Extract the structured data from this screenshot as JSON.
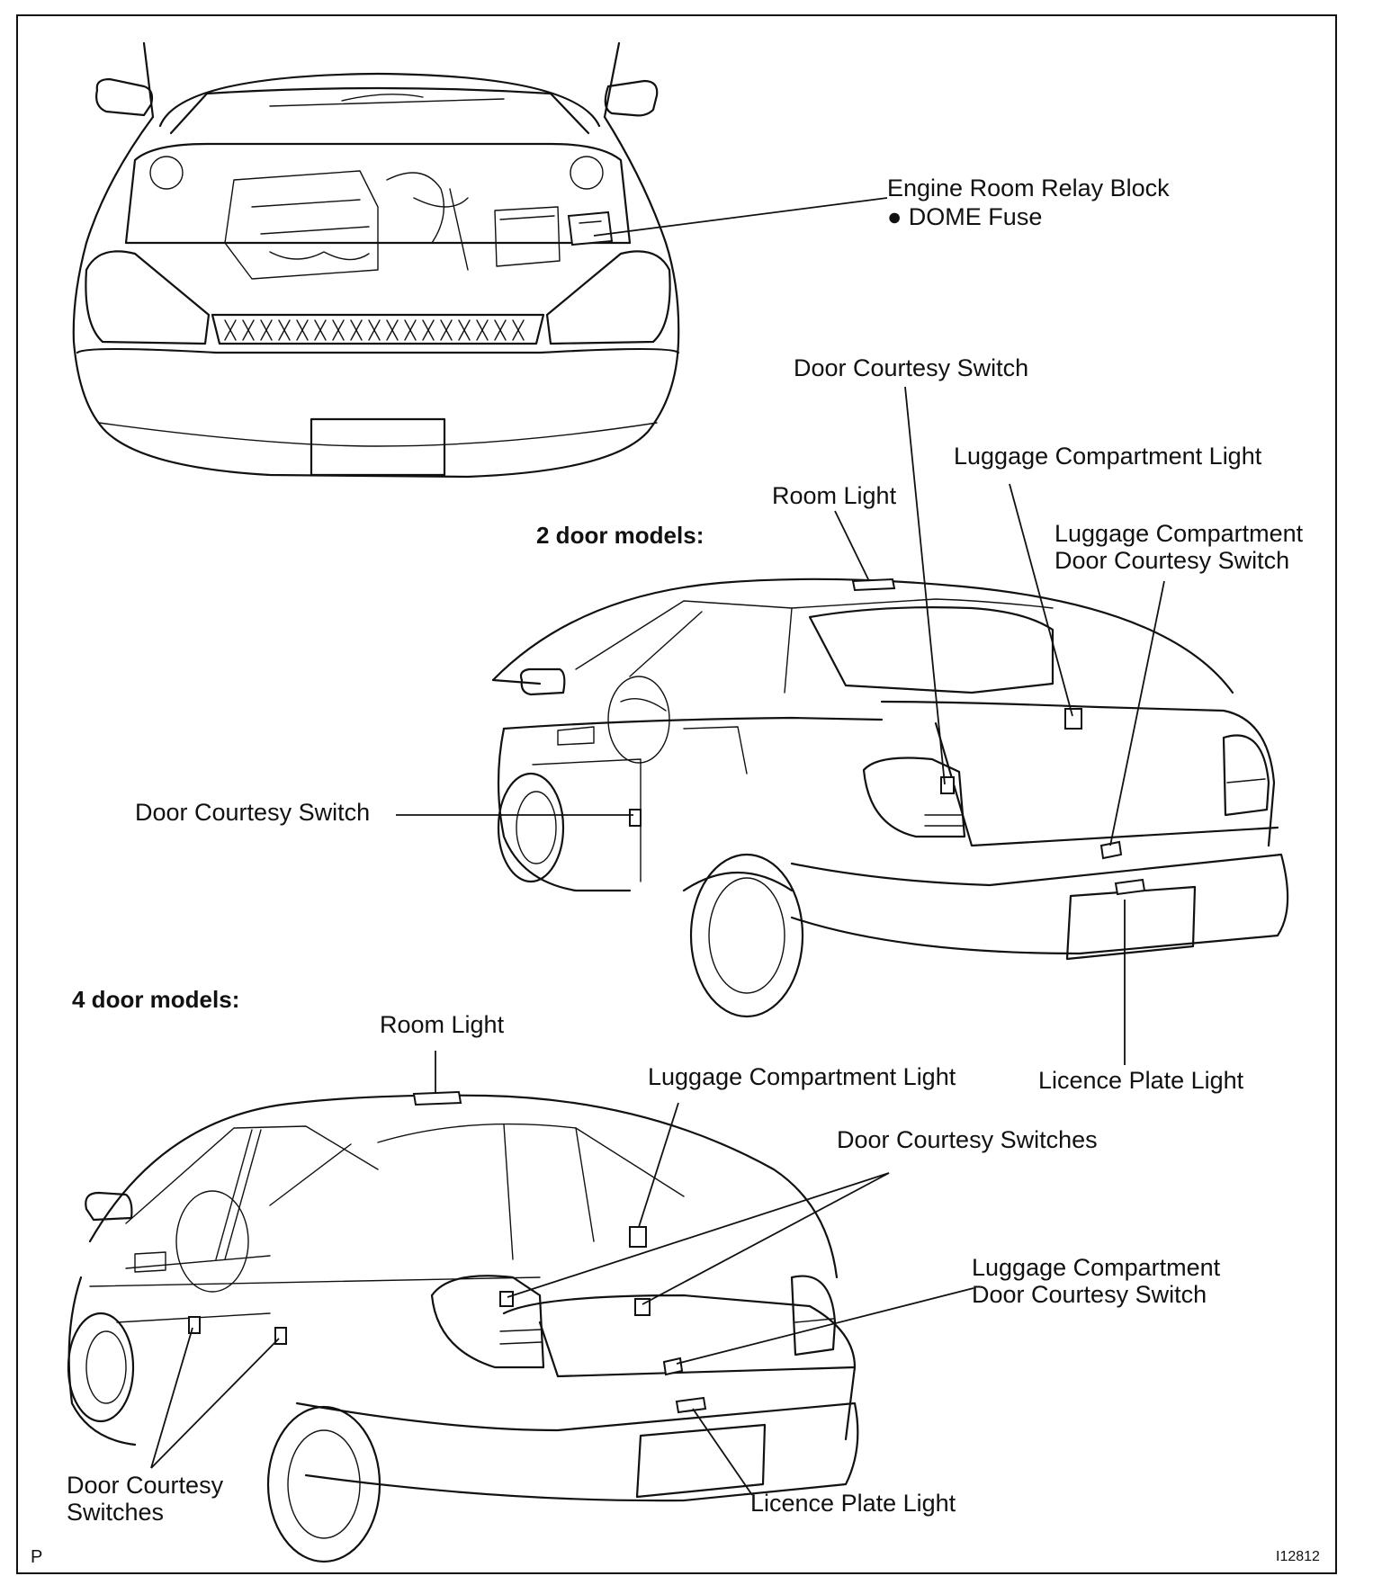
{
  "header": {
    "section_2door": "2 door models:",
    "section_4door": "4 door models:"
  },
  "labels": {
    "engine_relay_block_line1": "Engine Room Relay Block",
    "engine_relay_block_line2": "● DOME Fuse",
    "two_door_door_courtesy_switch_top": "Door Courtesy Switch",
    "two_door_luggage_light": "Luggage Compartment Light",
    "two_door_room_light": "Room Light",
    "two_door_luggage_door_switch_line1": "Luggage Compartment",
    "two_door_luggage_door_switch_line2": "Door Courtesy Switch",
    "two_door_door_courtesy_switch_left": "Door Courtesy Switch",
    "two_door_licence_plate_light": "Licence Plate Light",
    "four_door_room_light": "Room Light",
    "four_door_luggage_light": "Luggage Compartment Light",
    "four_door_door_courtesy_switches": "Door Courtesy Switches",
    "four_door_luggage_door_switch_line1": "Luggage Compartment",
    "four_door_luggage_door_switch_line2": "Door Courtesy Switch",
    "four_door_door_courtesy_switches_left_line1": "Door Courtesy",
    "four_door_door_courtesy_switches_left_line2": "Switches",
    "four_door_licence_plate_light": "Licence Plate Light"
  },
  "footer": {
    "page_marker": "P",
    "figure_code": "I12812"
  }
}
